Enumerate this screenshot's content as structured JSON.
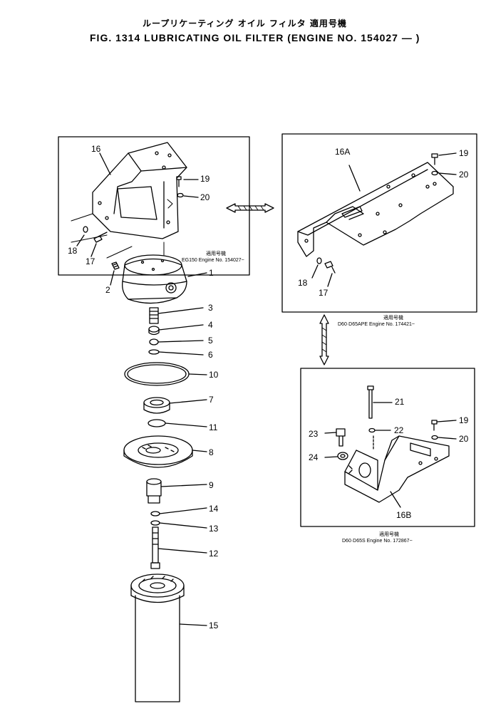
{
  "title": {
    "japanese": "ループリケーティング オイル フィルタ 適用号機",
    "english": "FIG. 1314  LUBRICATING  OIL  FILTER  (ENGINE  NO.  154027 — )"
  },
  "panels": {
    "top_left": {
      "applicability_label": "適用号機",
      "applicability_text": "EG150  Engine  No. 154027~"
    },
    "top_right": {
      "applicability_label": "適用号機",
      "applicability_text": "D60·D65APE  Engine  No. 174421~"
    },
    "bottom_right": {
      "applicability_label": "適用号機",
      "applicability_text": "D60·D65S  Engine  No. 172867~"
    }
  },
  "callouts": {
    "c1": "1",
    "c2": "2",
    "c3": "3",
    "c4": "4",
    "c5": "5",
    "c6": "6",
    "c7": "7",
    "c8": "8",
    "c9": "9",
    "c10": "10",
    "c11": "11",
    "c12": "12",
    "c13": "13",
    "c14": "14",
    "c15": "15",
    "c16": "16",
    "c17": "17",
    "c18": "18",
    "c19": "19",
    "c20": "20",
    "c16a": "16A",
    "c17b": "17",
    "c18b": "18",
    "c19b": "19",
    "c20b": "20",
    "c16b": "16B",
    "c19c": "19",
    "c20c": "20",
    "c21": "21",
    "c22": "22",
    "c23": "23",
    "c24": "24"
  }
}
